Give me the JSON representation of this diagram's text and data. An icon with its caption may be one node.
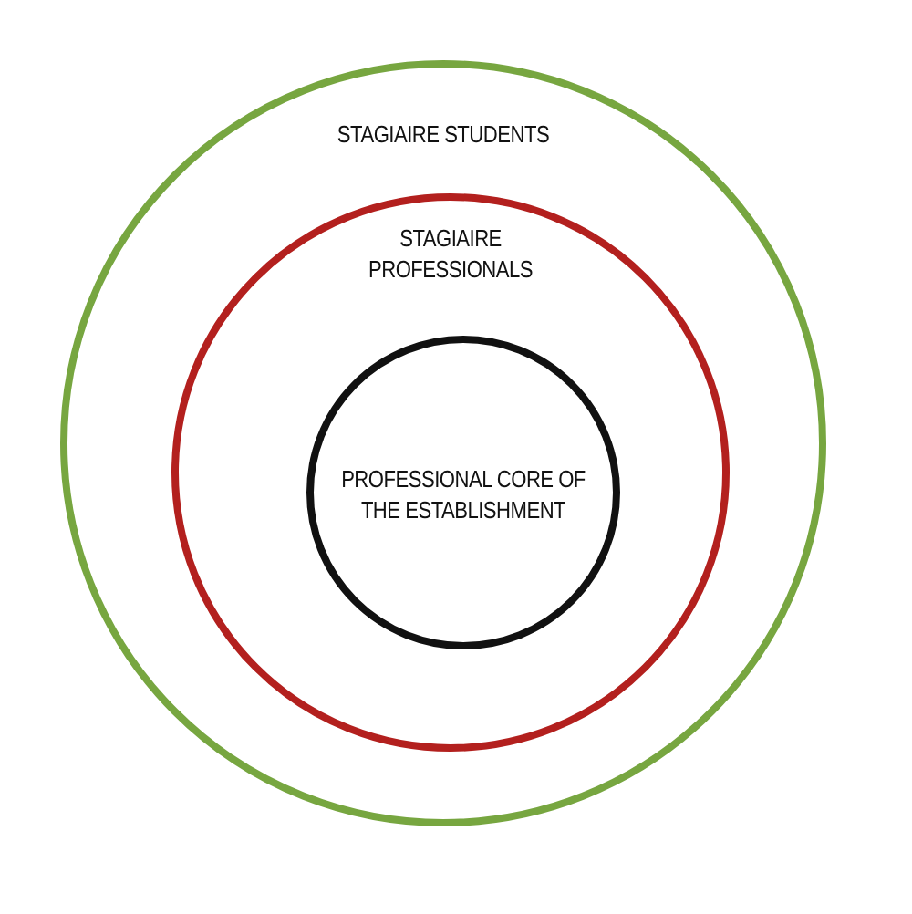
{
  "diagram": {
    "nodes": [
      {
        "text": [
          "STAGIAIRE STUDENTS"
        ]
      },
      {
        "text": [
          "STAGIAIRE PROFESSIONALS"
        ],
        "in": 0
      },
      {
        "text": [
          "PROFESSIONAL CORE OF THE ESTABLISHMENT"
        ],
        "in": 1
      }
    ],
    "edges": []
  }
}
